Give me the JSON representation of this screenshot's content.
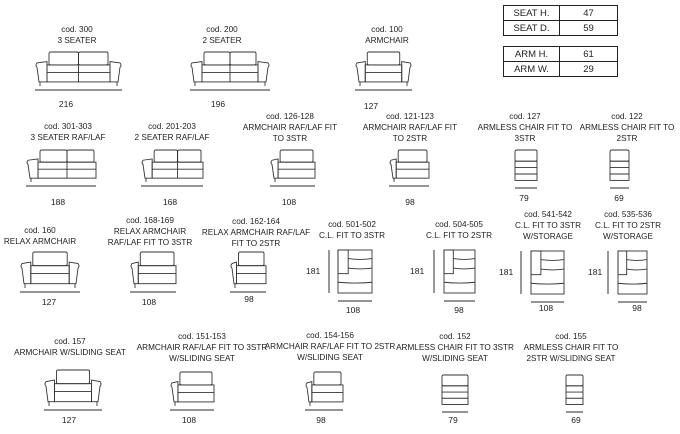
{
  "specs": {
    "seat": [
      {
        "label": "SEAT H.",
        "value": "47"
      },
      {
        "label": "SEAT D.",
        "value": "59"
      }
    ],
    "arm": [
      {
        "label": "ARM H.",
        "value": "61"
      },
      {
        "label": "ARM W.",
        "value": "29"
      }
    ]
  },
  "items": [
    {
      "lines": [
        "cod. 300",
        "3 SEATER"
      ],
      "width": "216"
    },
    {
      "lines": [
        "cod. 200",
        "2 SEATER"
      ],
      "width": "196"
    },
    {
      "lines": [
        "cod. 100",
        "ARMCHAIR"
      ],
      "width": "127"
    },
    {
      "lines": [
        "cod. 301-303",
        "3 SEATER RAF/LAF"
      ],
      "width": "188"
    },
    {
      "lines": [
        "cod. 201-203",
        "2 SEATER RAF/LAF"
      ],
      "width": "168"
    },
    {
      "lines": [
        "cod. 126-128",
        "ARMCHAIR RAF/LAF FIT",
        "TO 3STR"
      ],
      "width": "108"
    },
    {
      "lines": [
        "cod. 121-123",
        "ARMCHAIR RAF/LAF FIT",
        "TO 2STR"
      ],
      "width": "98"
    },
    {
      "lines": [
        "cod. 127",
        "ARMLESS CHAIR FIT TO",
        "3STR"
      ],
      "width": "79"
    },
    {
      "lines": [
        "cod. 122",
        "ARMLESS CHAIR FIT TO",
        "2STR"
      ],
      "width": "69"
    },
    {
      "lines": [
        "cod. 160",
        "RELAX ARMCHAIR"
      ],
      "width": "127"
    },
    {
      "lines": [
        "cod. 168-169",
        "RELAX ARMCHAIR",
        "RAF/LAF FIT TO 3STR"
      ],
      "width": "108"
    },
    {
      "lines": [
        "cod. 162-164",
        "RELAX ARMCHAIR RAF/LAF",
        "FIT TO 2STR"
      ],
      "width": "98"
    },
    {
      "lines": [
        "cod. 501-502",
        "C.L. FIT TO 3STR"
      ],
      "width": "108",
      "depth": "181"
    },
    {
      "lines": [
        "cod. 504-505",
        "C.L. FIT TO 2STR"
      ],
      "width": "98",
      "depth": "181"
    },
    {
      "lines": [
        "cod. 541-542",
        "C.L. FIT TO 3STR",
        "W/STORAGE"
      ],
      "width": "108",
      "depth": "181"
    },
    {
      "lines": [
        "cod. 535-536",
        "C.L. FIT TO 2STR",
        "W/STORAGE"
      ],
      "width": "98",
      "depth": "181"
    },
    {
      "lines": [
        "cod. 157",
        "ARMCHAIR W/SLIDING SEAT"
      ],
      "width": "127"
    },
    {
      "lines": [
        "cod. 151-153",
        "ARMCHAIR RAF/LAF FIT TO 3STR",
        "W/SLIDING SEAT"
      ],
      "width": "108"
    },
    {
      "lines": [
        "cod. 154-156",
        "ARMCHAIR RAF/LAF FIT TO 2STR",
        "W/SLIDING SEAT"
      ],
      "width": "98"
    },
    {
      "lines": [
        "cod. 152",
        "ARMLESS CHAIR FIT TO 3STR",
        "W/SLIDING SEAT"
      ],
      "width": "79"
    },
    {
      "lines": [
        "cod. 155",
        "ARMLESS CHAIR FIT TO",
        "2STR W/SLIDING SEAT"
      ],
      "width": "69"
    }
  ]
}
